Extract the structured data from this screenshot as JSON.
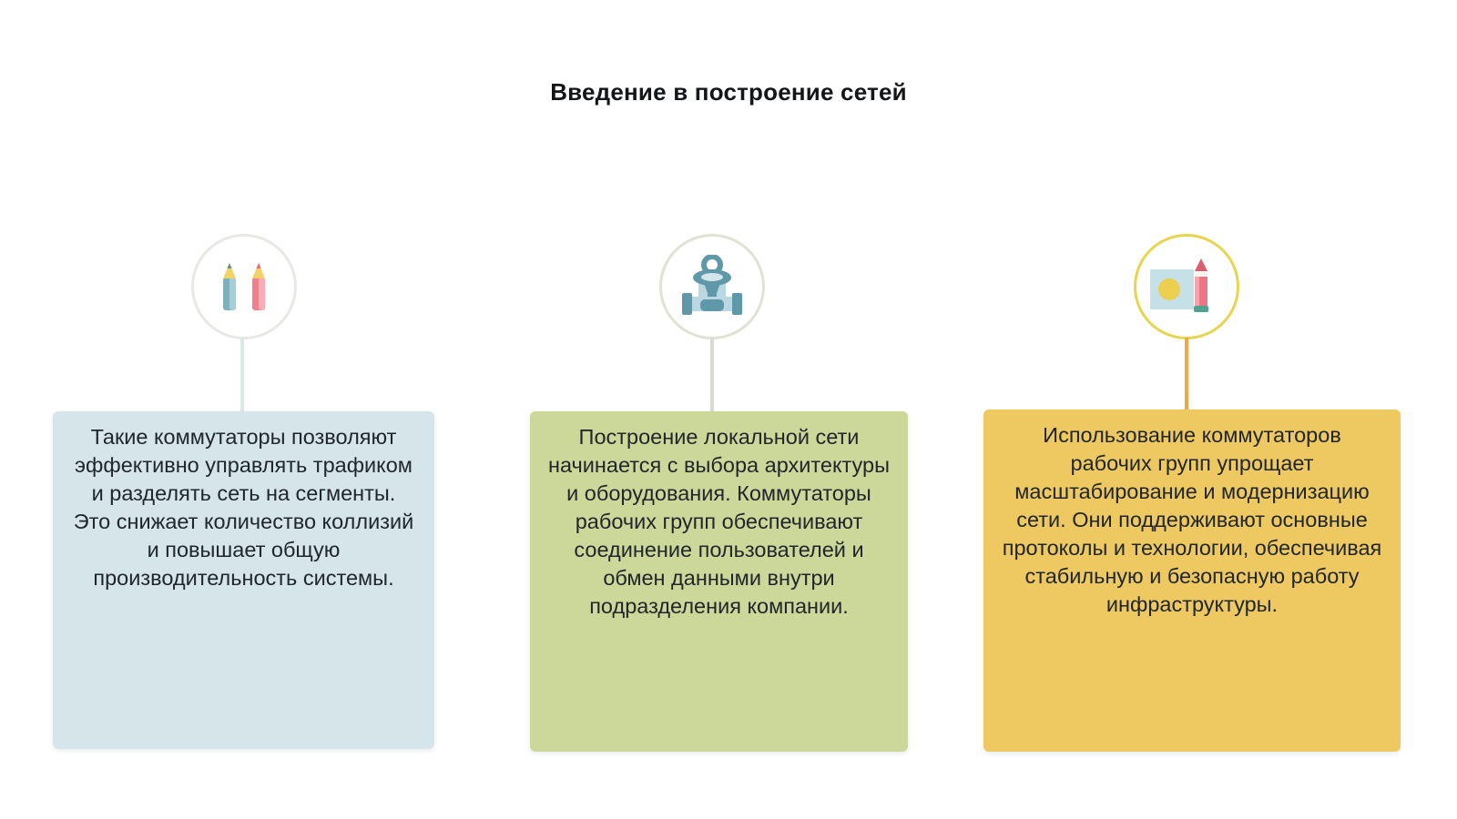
{
  "page": {
    "title": "Введение в построение сетей",
    "background": "#ffffff",
    "title_color": "#14171a"
  },
  "columns": [
    {
      "icon": "colored-pencils-icon",
      "circle_border_color": "#e7e9e4",
      "connector_color": "#dde6e8",
      "card_bg": "#d5e5ea",
      "text": "Такие коммутаторы позволяют эффективно управлять трафиком и разделять сеть на сегменты. Это снижает количество коллизий и повышает общую производительность системы."
    },
    {
      "icon": "valve-icon",
      "circle_border_color": "#e0e2d3",
      "connector_color": "#d9dcd3",
      "card_bg": "#ccd89a",
      "text": "Построение локальной сети начинается с выбора архитектуры и оборудования. Коммутаторы рабочих групп обеспечивают соединение пользователей и обмен данными внутри подразделения компании."
    },
    {
      "icon": "picture-and-pencil-icon",
      "circle_border_color": "#e6d54e",
      "connector_color": "#f2a64a",
      "card_bg": "#eec961",
      "text": "Использование коммутаторов рабочих групп упрощает масштабирование и модернизацию сети. Они поддерживают основные протоколы и технологии, обеспечивая стабильную и безопасную работу инфраструктуры."
    }
  ]
}
